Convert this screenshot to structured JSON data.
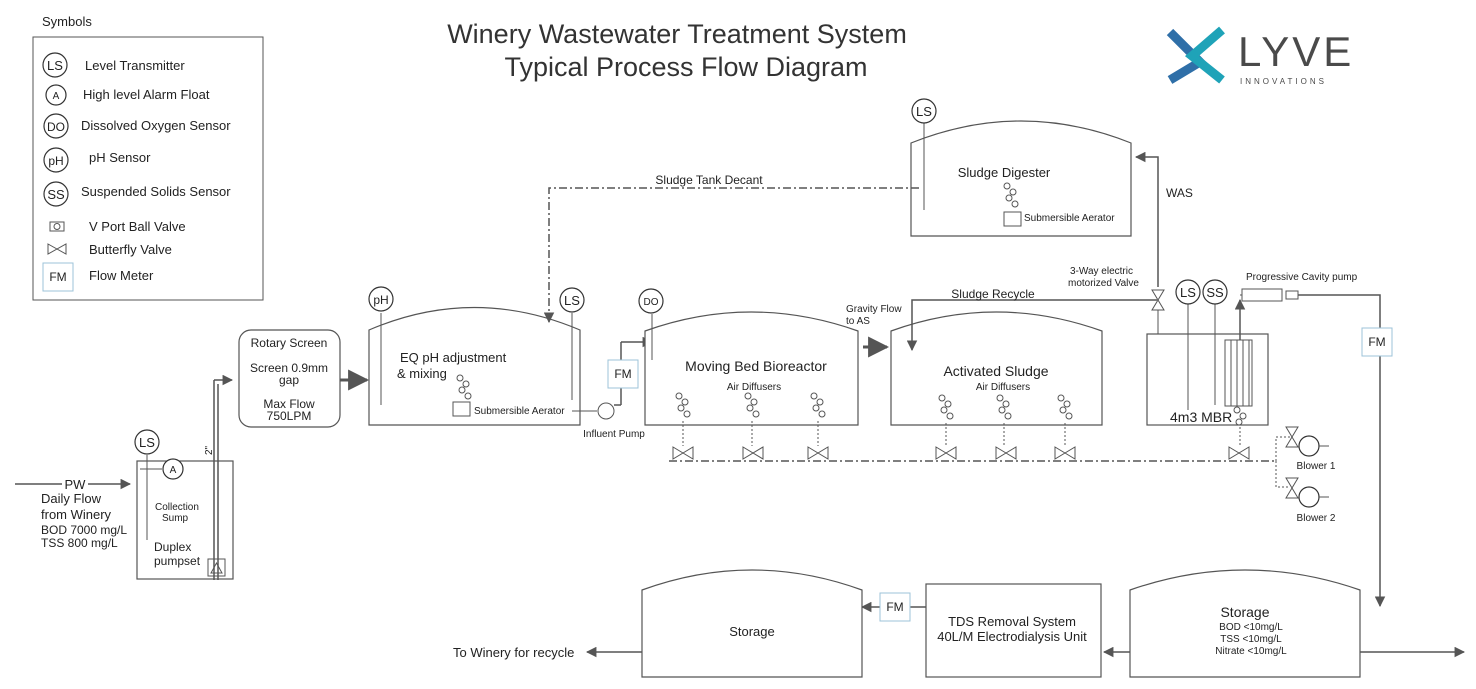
{
  "header": {
    "title_line1": "Winery  Wastewater Treatment System",
    "title_line2": "Typical Process Flow Diagram"
  },
  "logo": {
    "name": "LYVE",
    "tagline": "INNOVATIONS",
    "colors": {
      "blue": "#2f6fa8",
      "teal": "#1fa3b8",
      "gray": "#4a4a4a"
    }
  },
  "legend": {
    "title": "Symbols",
    "items": [
      {
        "symbol": "LS",
        "label": "Level Transmitter"
      },
      {
        "symbol": "A",
        "label": "High level Alarm Float"
      },
      {
        "symbol": "DO",
        "label": "Dissolved Oxygen Sensor"
      },
      {
        "symbol": "pH",
        "label": "pH Sensor"
      },
      {
        "symbol": "SS",
        "label": "Suspended Solids Sensor"
      },
      {
        "symbol": "v-port-ball-valve",
        "label": "V Port Ball Valve"
      },
      {
        "symbol": "butterfly-valve",
        "label": "Butterfly Valve"
      },
      {
        "symbol": "FM",
        "label": "Flow Meter"
      }
    ]
  },
  "tags": {
    "ls": "LS",
    "a": "A",
    "do": "DO",
    "ph": "pH",
    "ss": "SS",
    "fm": "FM"
  },
  "inlet": {
    "pw": "PW",
    "line1": "Daily Flow",
    "line2": "from Winery",
    "bod": "BOD 7000 mg/L",
    "tss": "TSS 800 mg/L"
  },
  "sump": {
    "line1": "Collection",
    "line2": "Sump",
    "pump1": "Duplex",
    "pump2": "pumpset",
    "pipe": "2\""
  },
  "screen": {
    "title": "Rotary  Screen",
    "gap1": "Screen 0.9mm",
    "gap2": "gap",
    "flow1": "Max Flow",
    "flow2": "750LPM"
  },
  "eq_tank": {
    "line1": "EQ pH adjustment",
    "line2": "& mixing",
    "aerator": "Submersible Aerator"
  },
  "influent_pump": "Influent Pump",
  "mbbr": {
    "title": "Moving Bed Bioreactor",
    "diffusers": "Air Diffusers"
  },
  "gravity_flow": {
    "line1": "Gravity Flow",
    "line2": "to AS"
  },
  "activated_sludge": {
    "title": "Activated Sludge",
    "diffusers": "Air Diffusers"
  },
  "sludge_recycle": "Sludge Recycle",
  "sludge_digester": {
    "title": "Sludge Digester",
    "aerator": "Submersible Aerator"
  },
  "sludge_tank_decant": "Sludge Tank Decant",
  "was": "WAS",
  "three_way_valve": {
    "line1": "3-Way electric",
    "line2": "motorized Valve"
  },
  "progressive_pump": "Progressive Cavity pump",
  "mbr": "4m3 MBR",
  "blowers": {
    "b1": "Blower 1",
    "b2": "Blower 2"
  },
  "storage_right": {
    "title": "Storage",
    "bod": "BOD  <10mg/L",
    "tss": "TSS  <10mg/L",
    "nitrate": "Nitrate <10mg/L"
  },
  "tds": {
    "line1": "TDS Removal System",
    "line2": "40L/M Electrodialysis Unit"
  },
  "storage_left": {
    "title": "Storage"
  },
  "outlet": "To Winery for recycle"
}
